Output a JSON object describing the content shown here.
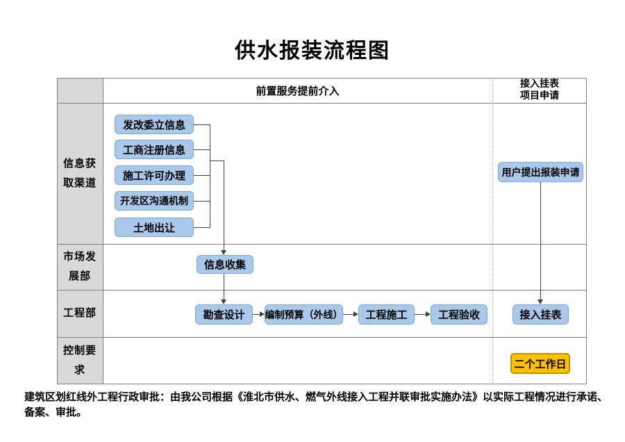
{
  "title": "供水报装流程图",
  "table": {
    "header": {
      "main": "前置服务提前介入",
      "right": [
        "接入挂表",
        "项目申请"
      ]
    },
    "lanes": [
      {
        "id": "info-channel",
        "lines": [
          "信息获",
          "取渠道"
        ]
      },
      {
        "id": "market-dev",
        "lines": [
          "市场发",
          "展部"
        ]
      },
      {
        "id": "engineering",
        "lines": [
          "工程部"
        ]
      },
      {
        "id": "control-req",
        "lines": [
          "控制要",
          "求"
        ]
      }
    ]
  },
  "nodes": {
    "info_sources": [
      "发改委立信息",
      "工商注册信息",
      "施工许可办理",
      "开发区沟通机制",
      "土地出让"
    ],
    "info_collect": "信息收集",
    "survey_design": "勘查设计",
    "budget": "编制预算（外线）",
    "construction": "工程施工",
    "acceptance": "工程验收",
    "user_apply": "用户提出报装申请",
    "meter_install": "接入挂表",
    "control_days": "二个工作日"
  },
  "footnote": "建筑区划红线外工程行政审批：由我公司根据《淮北市供水、燃气外线接入工程并联审批实施办法》以实际工程情况进行承诺、备案、审批。",
  "colors": {
    "node_fill": "#a9c8ea",
    "node_border": "#7ea6d4",
    "control_fill": "#ffc000",
    "control_border": "#bf9000",
    "grid": "#7f7f7f",
    "lane_bg": "#d9d9d9",
    "connector": "#404040",
    "divider": "#b0b0b0"
  }
}
